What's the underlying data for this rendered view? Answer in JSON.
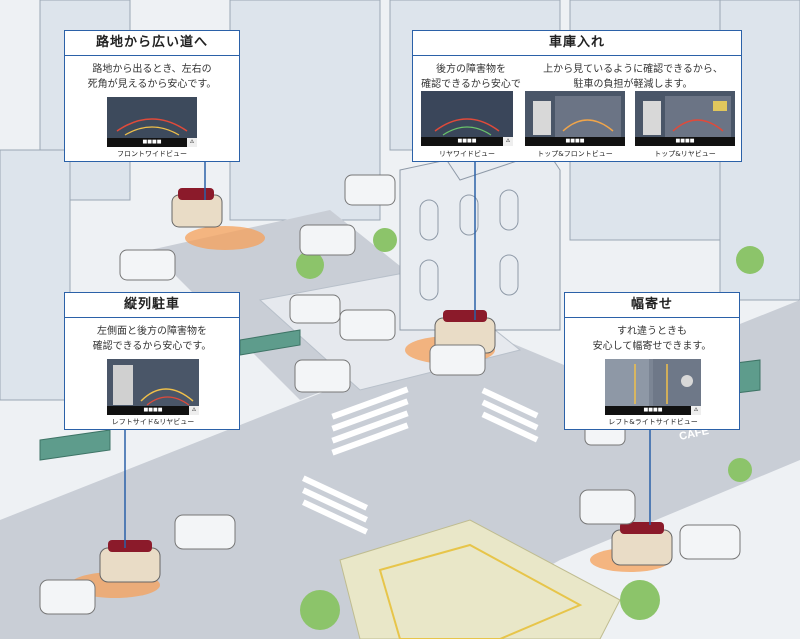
{
  "callouts": {
    "front_wide": {
      "title": "路地から広い道へ",
      "text": "路地から出るとき、左右の\n死角が見えるから安心です。",
      "views": [
        "フロントワイドビュー"
      ]
    },
    "garage": {
      "title": "車庫入れ",
      "text_left": "後方の障害物を\n確認できるから安心です。",
      "text_right": "上から見ているように確認できるから、\n駐車の負担が軽減します。",
      "views": [
        "リヤワイドビュー",
        "トップ&フロントビュー",
        "トップ&リヤビュー"
      ]
    },
    "parallel": {
      "title": "縦列駐車",
      "text": "左側面と後方の障害物を\n確認できるから安心です。",
      "views": [
        "レフトサイド&リヤビュー"
      ]
    },
    "side": {
      "title": "幅寄せ",
      "text": "すれ違うときも\n安心して幅寄せできます。",
      "views": [
        "レフト&ライトサイドビュー"
      ]
    }
  },
  "signage": {
    "cafe": "CAFE"
  },
  "colors": {
    "callout_border": "#2b61a8",
    "highlight": "#f5a05a",
    "car_roof": "#8b1a2a",
    "car_body": "#e9dcc6"
  }
}
